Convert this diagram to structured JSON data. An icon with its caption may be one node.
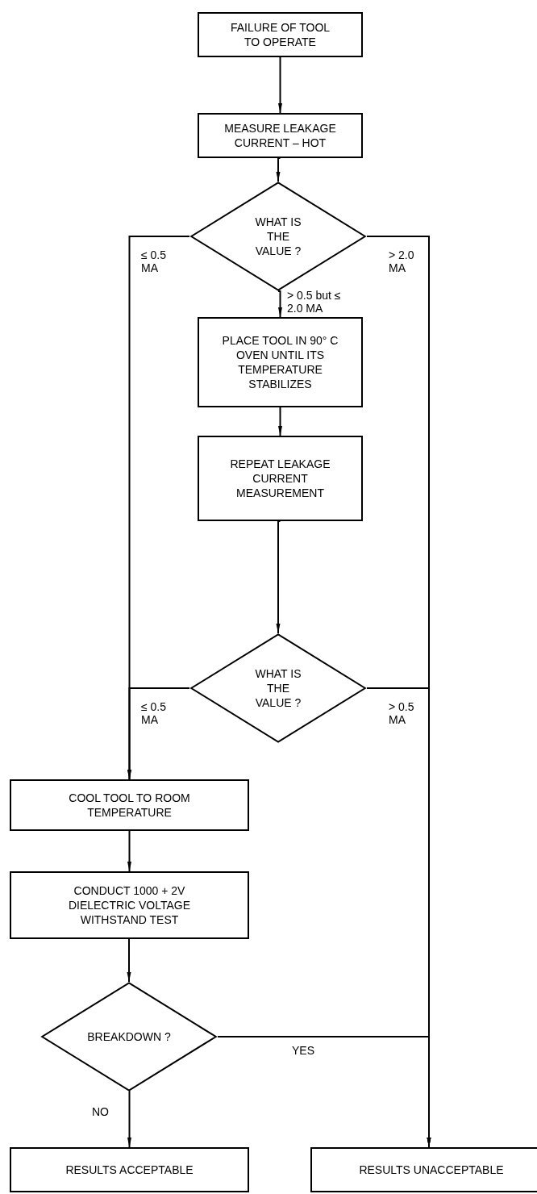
{
  "diagram": {
    "nodes": [
      {
        "text": [
          "FAILURE OF TOOL TO OPERATE"
        ]
      },
      {
        "text": [
          "MEASURE LEAKAGE CURRENT – HOT"
        ]
      },
      {
        "text": [
          "WHAT IS THE VALUE ?"
        ]
      },
      {
        "text": [
          "PLACE TOOL IN 90° C OVEN UNTIL ITS TEMPERATURE STABILIZES"
        ]
      },
      {
        "text": [
          "REPEAT LEAKAGE CURRENT MEASUREMENT"
        ]
      },
      {
        "text": [
          "WHAT IS THE VALUE ?"
        ]
      },
      {
        "text": [
          "COOL TOOL TO ROOM TEMPERATURE"
        ]
      },
      {
        "text": [
          "CONDUCT 1000 + 2V DIELECTRIC VOLTAGE WITHSTAND TEST"
        ]
      },
      {
        "text": [
          "BREAKDOWN ?"
        ]
      },
      {
        "text": [
          "RESULTS ACCEPTABLE"
        ]
      },
      {
        "text": [
          "RESULTS UNACCEPTABLE"
        ]
      }
    ],
    "edges": [
      {
        "from": 0,
        "to": 1,
        "arrow": "to"
      },
      {
        "from": 1,
        "to": 2,
        "arrow": "to"
      },
      {
        "from": 2,
        "to": 6,
        "arrow": "to",
        "label": "≤ 0.5 MA"
      },
      {
        "from": 2,
        "to": 10,
        "arrow": "to",
        "label": "> 2.0 MA"
      },
      {
        "from": 2,
        "to": 3,
        "arrow": "to",
        "label": "> 0.5 but ≤ 2.0 MA"
      },
      {
        "from": 3,
        "to": 4,
        "arrow": "to"
      },
      {
        "from": 4,
        "to": 5,
        "arrow": "to"
      },
      {
        "from": 5,
        "to": 6,
        "arrow": "to",
        "label": "≤ 0.5 MA"
      },
      {
        "from": 5,
        "to": 10,
        "arrow": "to",
        "label": "> 0.5 MA"
      },
      {
        "from": 6,
        "to": 7,
        "arrow": "to"
      },
      {
        "from": 7,
        "to": 8,
        "arrow": "to"
      },
      {
        "from": 8,
        "to": 10,
        "arrow": "to",
        "label": "YES"
      },
      {
        "from": 8,
        "to": 9,
        "arrow": "to",
        "label": "NO"
      }
    ]
  }
}
